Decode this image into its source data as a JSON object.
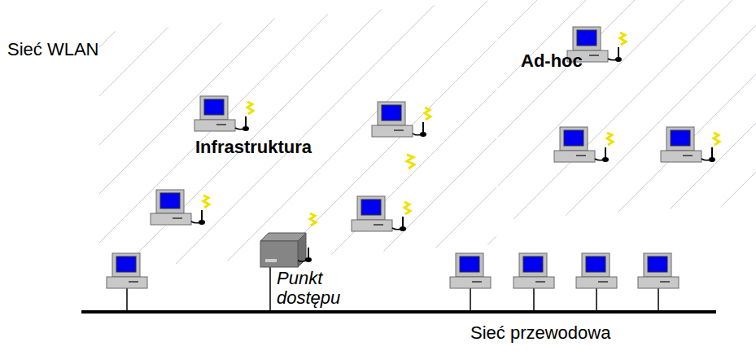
{
  "diagram": {
    "nodes": [
      {
        "text": [
          "Infrastruktura"
        ]
      },
      {
        "text": [
          "Ad-hoc"
        ]
      },
      {
        "text": [
          "Punkt dostępu"
        ],
        "in": 0
      }
    ],
    "labels": [
      "Sieć WLAN",
      "Sieć przewodowa"
    ]
  }
}
